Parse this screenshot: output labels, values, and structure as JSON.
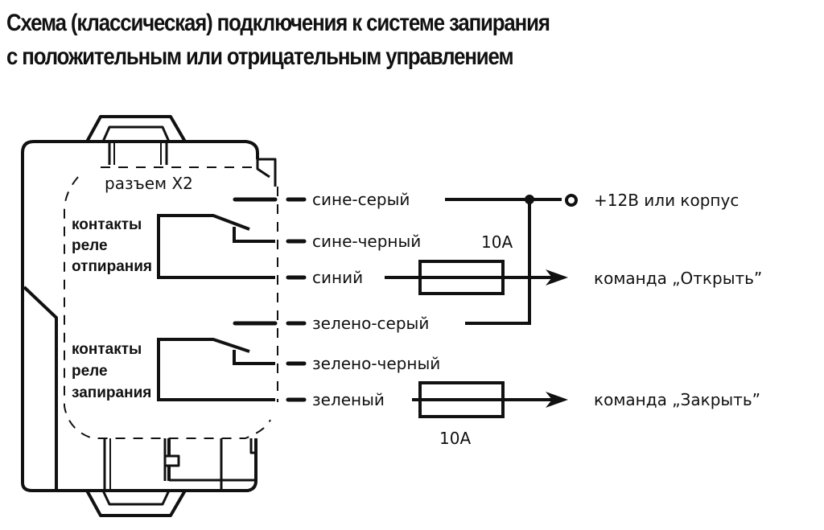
{
  "title": {
    "line1": "Схема (классическая) подключения к системе запирания",
    "line2": "с положительным или отрицательным управлением"
  },
  "connector": {
    "label": "разъем X2",
    "relay_unlock": [
      "контакты",
      "реле",
      "отпирания"
    ],
    "relay_lock": [
      "контакты",
      "реле",
      "запирания"
    ]
  },
  "wires": [
    {
      "id": "blue-gray",
      "label": "сине-серый"
    },
    {
      "id": "blue-black",
      "label": "сине-черный"
    },
    {
      "id": "blue",
      "label": "синий"
    },
    {
      "id": "green-gray",
      "label": "зелено-серый"
    },
    {
      "id": "green-black",
      "label": "зелено-черный"
    },
    {
      "id": "green",
      "label": "зеленый"
    }
  ],
  "fuses": [
    {
      "id": "fuse-open",
      "rating": "10A"
    },
    {
      "id": "fuse-close",
      "rating": "10A"
    }
  ],
  "outputs": {
    "power": "+12В или корпус",
    "open_command": "команда „Открыть”",
    "close_command": "команда „Закрыть”"
  }
}
